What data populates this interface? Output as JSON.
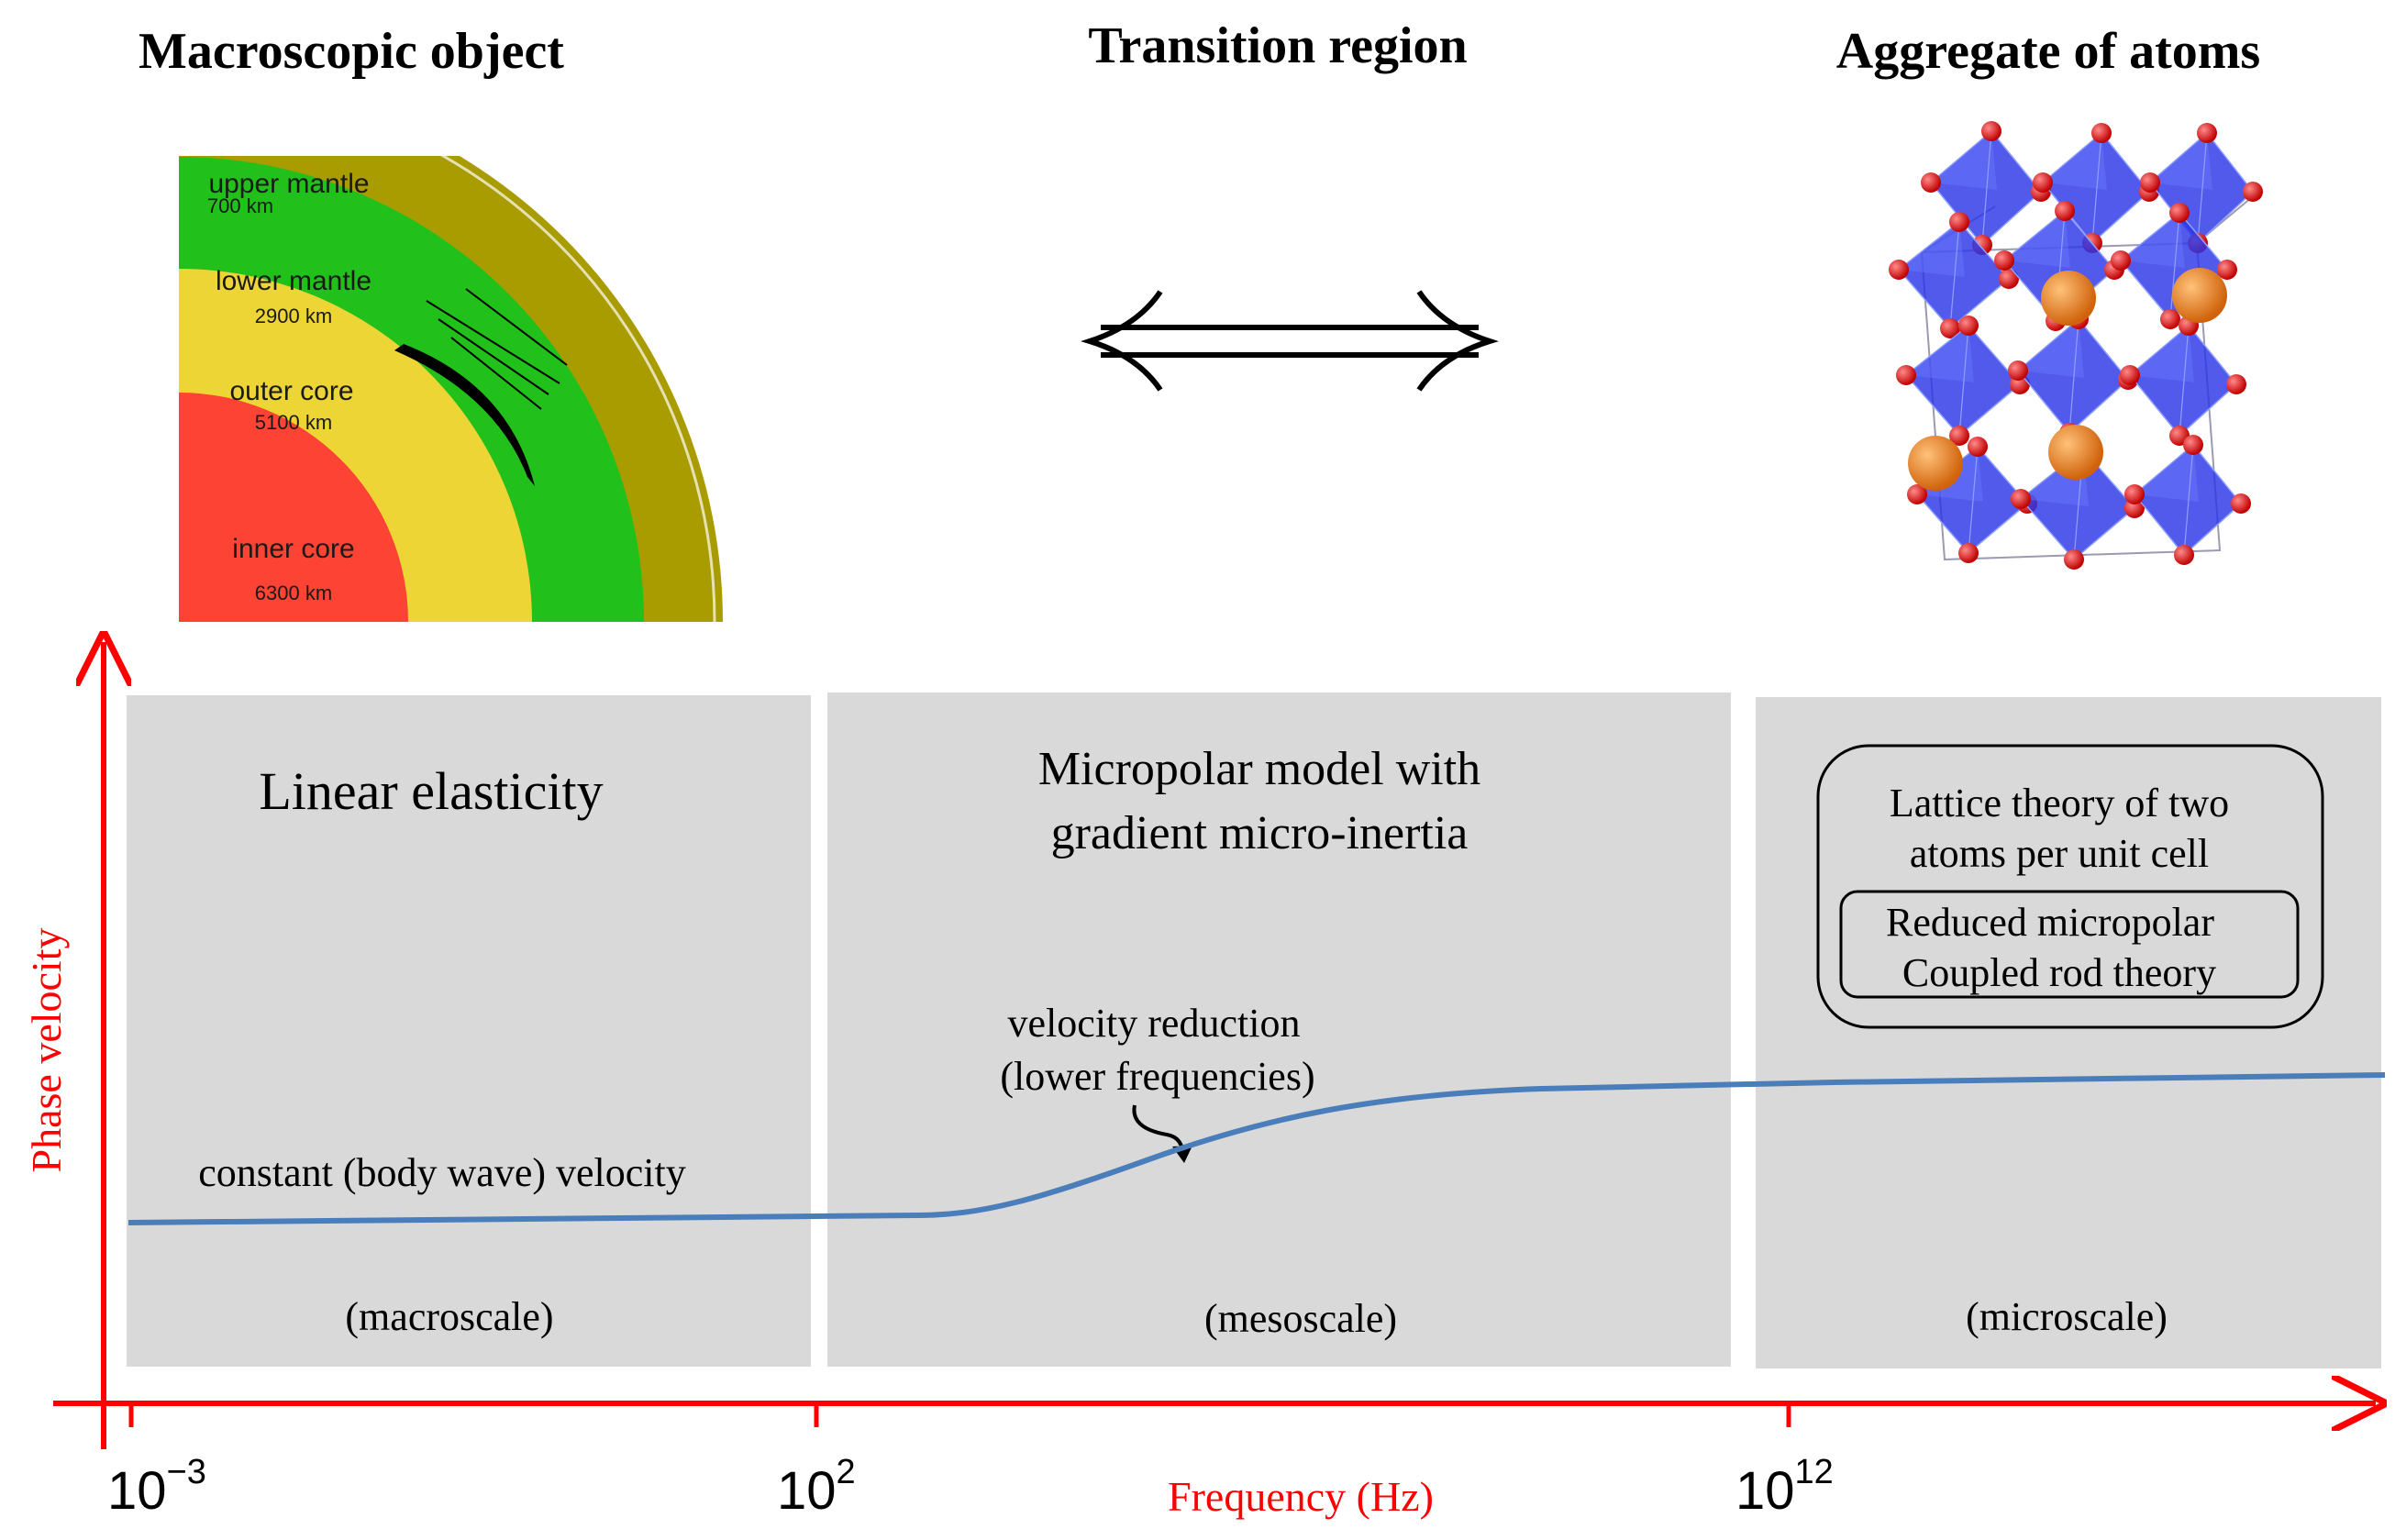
{
  "headings": {
    "left": "Macroscopic object",
    "middle": "Transition region",
    "right": "Aggregate of atoms"
  },
  "earth_layers": [
    {
      "name": "upper mantle",
      "depth": "700 km",
      "color": "#a99c00"
    },
    {
      "name": "lower mantle",
      "depth": "2900 km",
      "color": "#22c01b"
    },
    {
      "name": "outer core",
      "depth": "5100 km",
      "color": "#ecd534"
    },
    {
      "name": "inner core",
      "depth": "6300 km",
      "color": "#fd4333"
    }
  ],
  "regions": {
    "macro": {
      "title": "Linear elasticity",
      "curve_label": "constant (body wave) velocity",
      "scale": "(macroscale)"
    },
    "meso": {
      "title_line1": "Micropolar model with",
      "title_line2": "gradient micro-inertia",
      "note_line1": "velocity reduction",
      "note_line2": "(lower frequencies)",
      "scale": "(mesoscale)"
    },
    "micro": {
      "box_line1": "Lattice theory of two",
      "box_line2": "atoms per unit cell",
      "inner_line1": "Reduced micropolar",
      "inner_line2": "Coupled rod theory",
      "scale": "(microscale)"
    }
  },
  "axes": {
    "y_label": "Phase velocity",
    "x_label": "Frequency (Hz)",
    "ticks": [
      {
        "base": "10",
        "exp": "−3"
      },
      {
        "base": "10",
        "exp": "2"
      },
      {
        "base": "10",
        "exp": "12"
      }
    ],
    "axis_color": "#ff0000"
  },
  "colors": {
    "panel": "#d9d9d9",
    "curve": "#4a7ebb",
    "octahedron": "#2b36e6",
    "oxygen": "#e00000",
    "cation": "#f07a1a"
  }
}
